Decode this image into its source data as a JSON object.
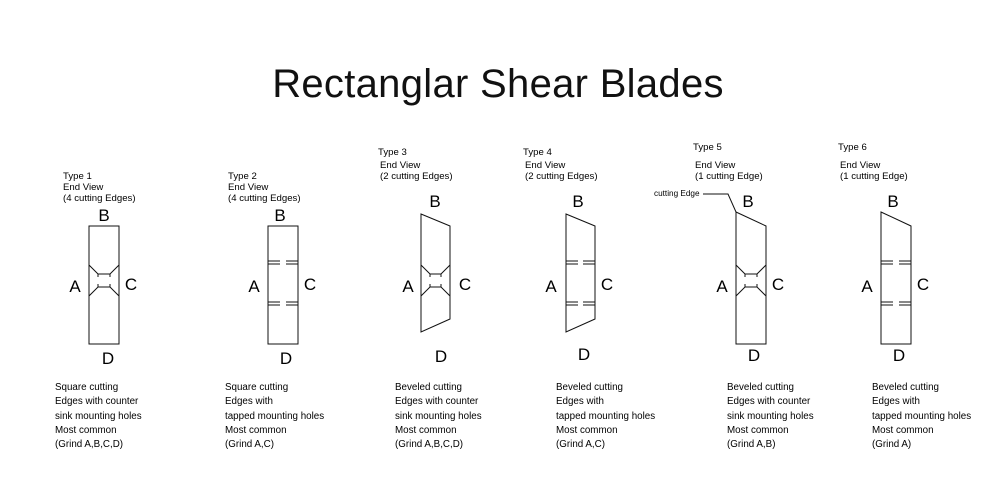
{
  "title": "Rectanglar Shear Blades",
  "callout_label": "cutting Edge",
  "types": [
    {
      "type_label": "Type 1",
      "view_lines": [
        "End View",
        "(4 cutting Edges)"
      ],
      "edges": {
        "top": "B",
        "left": "A",
        "right": "C",
        "bottom": "D"
      },
      "description": [
        "Square cutting",
        "Edges with counter",
        "sink mounting holes",
        "Most common",
        "(Grind A,B,C,D)"
      ]
    },
    {
      "type_label": "Type 2",
      "view_lines": [
        "End View",
        "(4 cutting Edges)"
      ],
      "edges": {
        "top": "B",
        "left": "A",
        "right": "C",
        "bottom": "D"
      },
      "description": [
        "Square cutting",
        "Edges with",
        "tapped mounting holes",
        "Most common",
        "(Grind A,C)"
      ]
    },
    {
      "type_label": "Type 3",
      "view_lines": [
        "End View",
        "(2 cutting Edges)"
      ],
      "edges": {
        "top": "B",
        "left": "A",
        "right": "C",
        "bottom": "D"
      },
      "description": [
        "Beveled cutting",
        "Edges with counter",
        "sink mounting holes",
        "Most common",
        "(Grind A,B,C,D)"
      ]
    },
    {
      "type_label": "Type 4",
      "view_lines": [
        "End View",
        "(2 cutting Edges)"
      ],
      "edges": {
        "top": "B",
        "left": "A",
        "right": "C",
        "bottom": "D"
      },
      "description": [
        "Beveled cutting",
        "Edges with",
        "tapped mounting holes",
        "Most common",
        "(Grind A,C)"
      ]
    },
    {
      "type_label": "Type 5",
      "view_lines": [
        "End View",
        "(1 cutting Edge)"
      ],
      "edges": {
        "top": "B",
        "left": "A",
        "right": "C",
        "bottom": "D"
      },
      "description": [
        "Beveled cutting",
        "Edges with counter",
        "sink mounting holes",
        "Most common",
        "(Grind A,B)"
      ]
    },
    {
      "type_label": "Type 6",
      "view_lines": [
        "End View",
        "(1 cutting Edge)"
      ],
      "edges": {
        "top": "B",
        "left": "A",
        "right": "C",
        "bottom": "D"
      },
      "description": [
        "Beveled cutting",
        "Edges with",
        "tapped mounting holes",
        "Most common",
        "(Grind A)"
      ]
    }
  ]
}
